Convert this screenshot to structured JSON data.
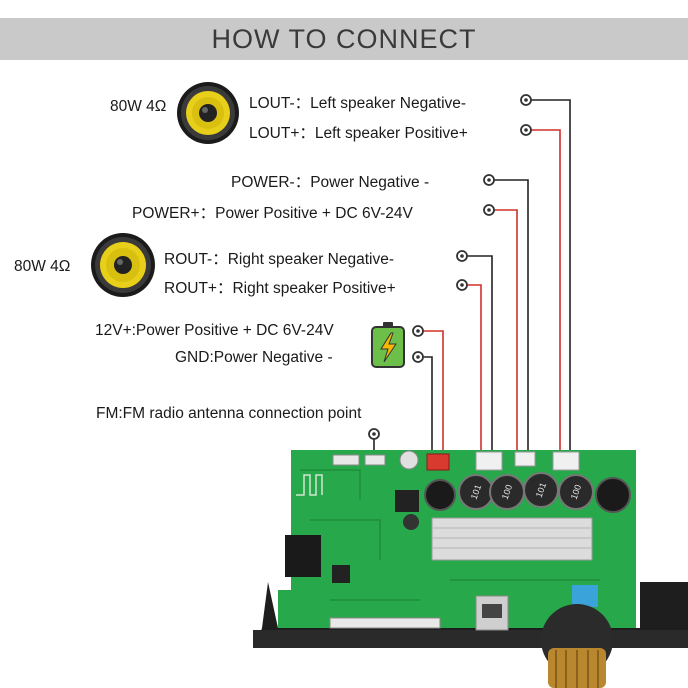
{
  "header": {
    "title": "HOW TO CONNECT"
  },
  "speakers": [
    {
      "rating": "80W 4Ω"
    },
    {
      "rating": "80W 4Ω"
    }
  ],
  "terminals": {
    "lout_neg": "LOUT-：Left speaker Negative-",
    "lout_pos": "LOUT+：Left speaker Positive+",
    "power_neg": "POWER-：Power Negative -",
    "power_pos": "POWER+：Power Positive + DC 6V-24V",
    "rout_neg": "ROUT-：Right speaker Negative-",
    "rout_pos": "ROUT+：Right speaker Positive+",
    "v12_pos": "12V+:Power Positive + DC 6V-24V",
    "gnd": "GND:Power Negative -",
    "fm": "FM:FM radio antenna connection point"
  },
  "board": {
    "coil_labels": [
      "101",
      "100",
      "101",
      "100"
    ]
  },
  "colors": {
    "banner": "#c9c9c9",
    "wire_black": "#222222",
    "wire_red": "#d0302a",
    "pcb_green": "#27a84a",
    "speaker_yellow": "#e8cf1a",
    "battery_green": "#6cc04a"
  }
}
